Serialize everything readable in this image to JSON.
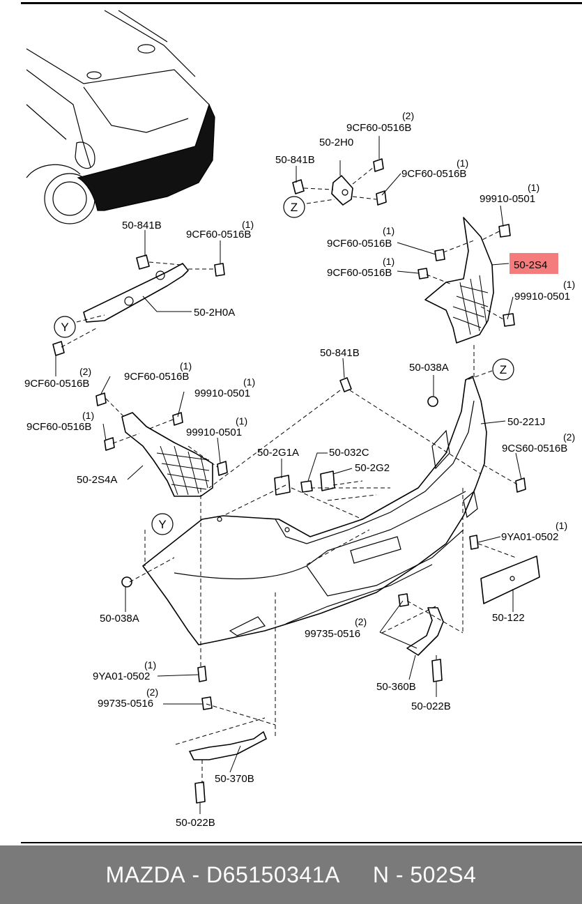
{
  "footer": {
    "brand": "MAZDA",
    "separator": " - ",
    "catalog_code": "D65150341A",
    "gap": "     ",
    "ref_prefix": "N",
    "ref_code": "502S4"
  },
  "highlight_color": "#f47c7c",
  "callouts": {
    "y": "Y",
    "z": "Z"
  },
  "labels": {
    "l_50_841b_top": "50-841B",
    "l_50_2h0": "50-2H0",
    "l_9cf60_top_qty": "(2)",
    "l_9cf60_top": "9CF60-0516B",
    "l_9cf60_top2_qty": "(1)",
    "l_9cf60_top2": "9CF60-0516B",
    "l_99910_r1_qty": "(1)",
    "l_99910_r1": "99910-0501",
    "l_9cf60_r1_qty": "(1)",
    "l_9cf60_r1": "9CF60-0516B",
    "l_9cf60_r2_qty": "(1)",
    "l_9cf60_r2": "9CF60-0516B",
    "l_50_2s4": "50-2S4",
    "l_99910_r2_qty": "(1)",
    "l_99910_r2": "99910-0501",
    "l_50_841b_left": "50-841B",
    "l_9cf60_left_qty": "(1)",
    "l_9cf60_left": "9CF60-0516B",
    "l_50_2h0a": "50-2H0A",
    "l_9cf60_l2_qty": "(2)",
    "l_9cf60_l2": "9CF60-0516B",
    "l_9cf60_l3_qty": "(1)",
    "l_9cf60_l3": "9CF60-0516B",
    "l_99910_l1_qty": "(1)",
    "l_99910_l1": "99910-0501",
    "l_9cf60_l4_qty": "(1)",
    "l_9cf60_l4": "9CF60-0516B",
    "l_99910_l2_qty": "(1)",
    "l_99910_l2": "99910-0501",
    "l_50_2s4a": "50-2S4A",
    "l_50_841b_mid": "50-841B",
    "l_50_038a_r": "50-038A",
    "l_50_221j": "50-221J",
    "l_9cs60_qty": "(2)",
    "l_9cs60": "9CS60-0516B",
    "l_50_2g1a": "50-2G1A",
    "l_50_032c": "50-032C",
    "l_50_2g2": "50-2G2",
    "l_9ya01_r_qty": "(1)",
    "l_9ya01_r": "9YA01-0502",
    "l_50_122": "50-122",
    "l_50_038a_l": "50-038A",
    "l_99735_r_qty": "(2)",
    "l_99735_r": "99735-0516",
    "l_9ya01_l_qty": "(1)",
    "l_9ya01_l": "9YA01-0502",
    "l_99735_l_qty": "(2)",
    "l_99735_l": "99735-0516",
    "l_50_360b": "50-360B",
    "l_50_022b_r": "50-022B",
    "l_50_370b": "50-370B",
    "l_50_022b_l": "50-022B"
  }
}
